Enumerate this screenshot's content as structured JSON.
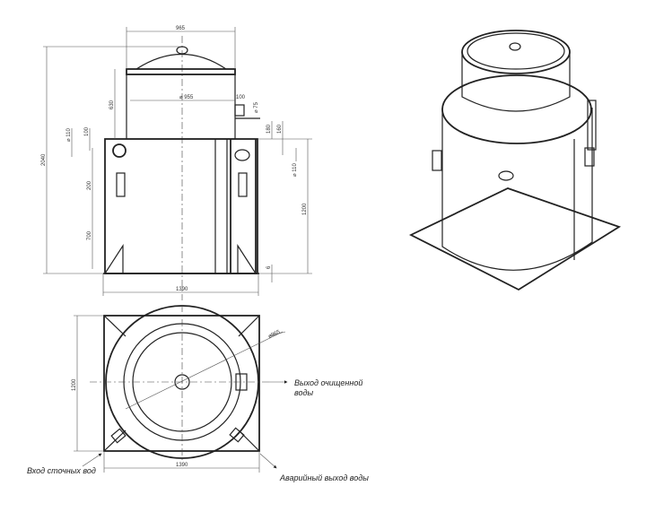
{
  "front_view": {
    "dims": {
      "top_width": "965",
      "total_height": "2040",
      "upper_height": "630",
      "inner_diameter": "⌀ 955",
      "offset_100_top": "100",
      "pipe_small": "⌀ 75",
      "inlet_diameter": "⌀ 110",
      "inlet_offset": "100",
      "bracket": "200",
      "bracket_low": "700",
      "outlet_offset_1": "180",
      "outlet_offset_2": "160",
      "outlet_diameter": "⌀ 110",
      "body_height": "1200",
      "base_thickness": "6",
      "base_width": "1390"
    }
  },
  "plan_view": {
    "dims": {
      "depth": "1200",
      "diameter": "⌀965",
      "width": "1390"
    },
    "labels": {
      "outlet_line1": "Выход очищенной",
      "outlet_line2": "воды",
      "inlet": "Вход сточных вод",
      "emergency": "Аварийный выход воды"
    }
  }
}
